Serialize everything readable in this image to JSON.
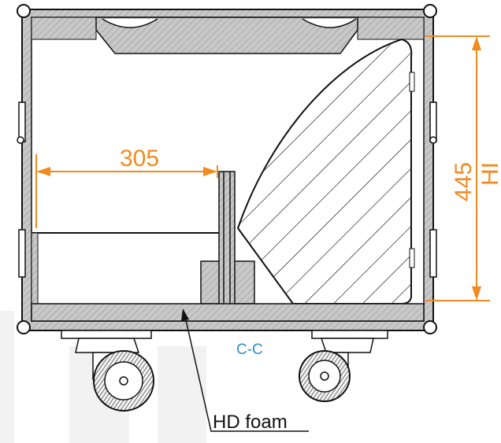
{
  "drawing": {
    "dimension_width": "305",
    "dimension_height": "445",
    "height_code": "HI",
    "section_label": "C-C",
    "callout_label": "HD foam",
    "colors": {
      "outline": "#111111",
      "dimension": "#f28a1e",
      "section": "#2f8fc8",
      "foam": "#b8b8b8",
      "wheel": "#222222"
    }
  }
}
